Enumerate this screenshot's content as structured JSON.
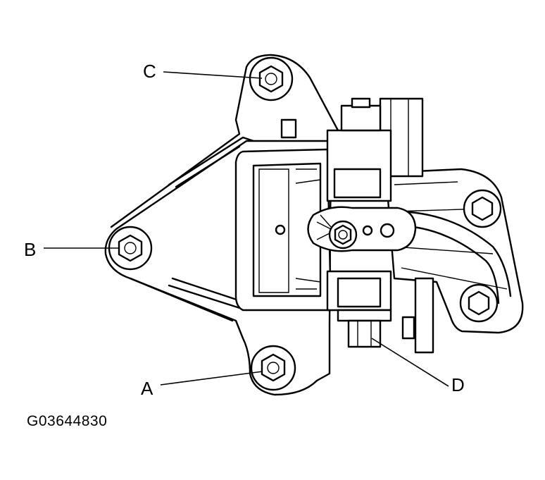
{
  "figure": {
    "id_label": "G03644830",
    "callouts": {
      "a": "A",
      "b": "B",
      "c": "C",
      "d": "D"
    },
    "colors": {
      "ink": "#000000",
      "paper": "#ffffff"
    }
  }
}
